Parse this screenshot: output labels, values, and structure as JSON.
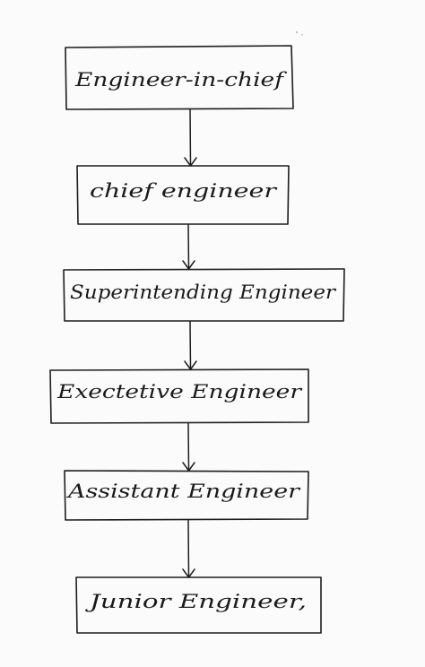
{
  "diagram": {
    "nodes": [
      {
        "id": "engineer-in-chief",
        "label": "Engineer-in-chief"
      },
      {
        "id": "chief-engineer",
        "label": "chief engineer"
      },
      {
        "id": "superintending-engineer",
        "label": "Superintending Engineer"
      },
      {
        "id": "executive-engineer",
        "label": "Exectetive Engineer"
      },
      {
        "id": "assistant-engineer",
        "label": "Assistant Engineer"
      },
      {
        "id": "junior-engineer",
        "label": "Junior Engineer,"
      }
    ],
    "edges": [
      {
        "from": "engineer-in-chief",
        "to": "chief-engineer"
      },
      {
        "from": "chief-engineer",
        "to": "superintending-engineer"
      },
      {
        "from": "superintending-engineer",
        "to": "executive-engineer"
      },
      {
        "from": "executive-engineer",
        "to": "assistant-engineer"
      },
      {
        "from": "assistant-engineer",
        "to": "junior-engineer"
      }
    ],
    "colors": {
      "ink": "#1d1d1d",
      "paper": "#fbfbfb"
    }
  }
}
